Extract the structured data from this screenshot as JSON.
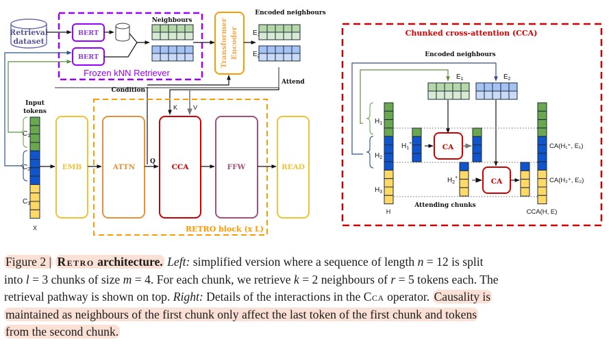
{
  "figure": {
    "left_panel": {
      "retrieval_dataset": [
        "Retrieval",
        "dataset"
      ],
      "bert_top": "BERT",
      "bert_bottom": "BERT",
      "neighbours_label": "Neighbours",
      "frozen_retriever_label": "Frozen kNN Retriever",
      "transformer_encoder": [
        "Transformer",
        "Encoder"
      ],
      "encoded_neighbours_label": "Encoded neighbours",
      "e1_label": "E",
      "e1_sub": "1",
      "e2_label": "E",
      "e2_sub": "2",
      "attend_label": "Attend",
      "condition_label": "Condition",
      "input_tokens_label": [
        "Input",
        "tokens"
      ],
      "chunk_labels": [
        {
          "main": "C",
          "sub": "1"
        },
        {
          "main": "C",
          "sub": "2"
        },
        {
          "main": "C",
          "sub": "3"
        }
      ],
      "x_label": "X",
      "blocks": {
        "emb": "EMB",
        "attn": "ATTN",
        "cca": "CCA",
        "ffw": "FFW",
        "read": "READ"
      },
      "q_label": "Q",
      "k_label": "K",
      "v_label": "V",
      "retro_block_label": "RETRO block (x L)"
    },
    "right_panel": {
      "title": "Chunked cross-attention (CCA)",
      "encoded_neighbours_label": "Encoded neighbours",
      "e1_label": "E",
      "e1_sub": "1",
      "e2_label": "E",
      "e2_sub": "2",
      "h_labels": [
        {
          "main": "H",
          "sub": "1"
        },
        {
          "main": "H",
          "sub": "2"
        },
        {
          "main": "H",
          "sub": "3"
        }
      ],
      "h1_plus": {
        "main": "H",
        "sub": "1",
        "sup": "+"
      },
      "h2_plus": {
        "main": "H",
        "sub": "2",
        "sup": "+"
      },
      "ca_label_1": "CA",
      "ca_label_2": "CA",
      "ca_out_1": "CA(H₁⁺, E₁)",
      "ca_out_2": "CA(H₂⁺, E₂)",
      "h_label": "H",
      "cca_out_label": "CCA(H, E)",
      "attending_chunks_label": "Attending chunks"
    },
    "colors": {
      "green": "#6aa84f",
      "blue": "#1155cc",
      "yellow": "#ffd966",
      "light_green": "#b6d7a8",
      "lighter_green": "#d9ead3",
      "light_blue": "#a4c2f4",
      "lighter_blue": "#c9daf8",
      "purple": "#9900ff",
      "orange": "#ff9900",
      "red": "#cc0000",
      "mauve": "#a64d79",
      "yellow_border": "#f1c232",
      "attn_orange": "#e69138"
    }
  },
  "caption": {
    "fig_label": "Figure 2 |",
    "retro": "Retro",
    "architecture": "architecture.",
    "left": "Left:",
    "line1_rest": "simplified version where a sequence of length",
    "n_var": "n",
    "n_eq": "= 12 is split",
    "line2_into": "into",
    "l_var": "l",
    "l_eq": "= 3 chunks of size",
    "m_var": "m",
    "m_eq": "= 4. For each chunk, we retrieve",
    "k_var": "k",
    "k_eq": "= 2 neighbours of",
    "r_var": "r",
    "r_eq": "= 5 tokens each. The",
    "line3_a": "retrieval pathway is shown on top.",
    "right": "Right:",
    "line3_b": "Details of the interactions in the",
    "cca": "Cca",
    "line3_c": "operator.",
    "line3_hl": "Causality is",
    "line4": "maintained as neighbours of the first chunk only affect the last token of the first chunk and tokens",
    "line5": "from the second chunk."
  }
}
